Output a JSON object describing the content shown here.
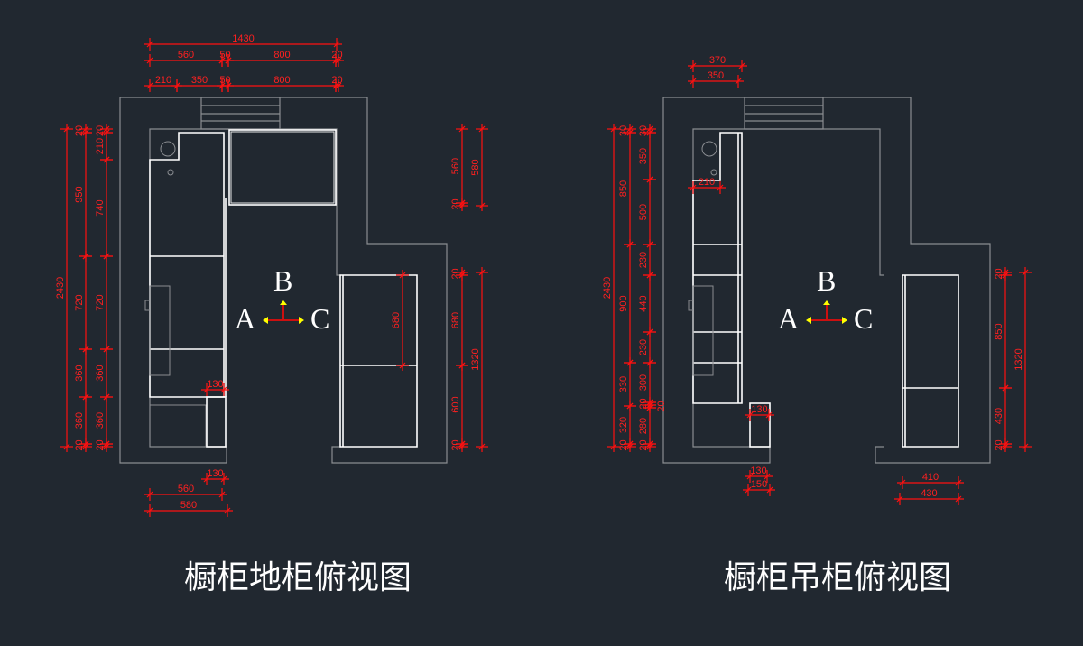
{
  "colors": {
    "background": "#212830",
    "dimension": "#ff1010",
    "cabinet": "#ffffff",
    "wall": "#8a8d91",
    "compass_arrow_head": "#ffff00"
  },
  "left_plan": {
    "title": "橱柜地柜俯视图",
    "compass": {
      "a": "A",
      "b": "B",
      "c": "C"
    },
    "dims": [
      "1430",
      "560",
      "50",
      "800",
      "20",
      "210",
      "350",
      "50",
      "800",
      "20",
      "2430",
      "20",
      "950",
      "720",
      "360",
      "360",
      "20",
      "20",
      "210",
      "740",
      "720",
      "360",
      "360",
      "20",
      "560",
      "20",
      "580",
      "20",
      "680",
      "600",
      "20",
      "1320",
      "680",
      "130",
      "130",
      "560",
      "580"
    ]
  },
  "right_plan": {
    "title": "橱柜吊柜俯视图",
    "compass": {
      "a": "A",
      "b": "B",
      "c": "C"
    },
    "dims": [
      "370",
      "350",
      "2430",
      "30",
      "850",
      "900",
      "330",
      "320",
      "20",
      "30",
      "350",
      "500",
      "230",
      "440",
      "230",
      "300",
      "20",
      "20",
      "280",
      "20",
      "210",
      "20",
      "850",
      "430",
      "20",
      "1320",
      "130",
      "130",
      "150",
      "410",
      "430"
    ]
  }
}
